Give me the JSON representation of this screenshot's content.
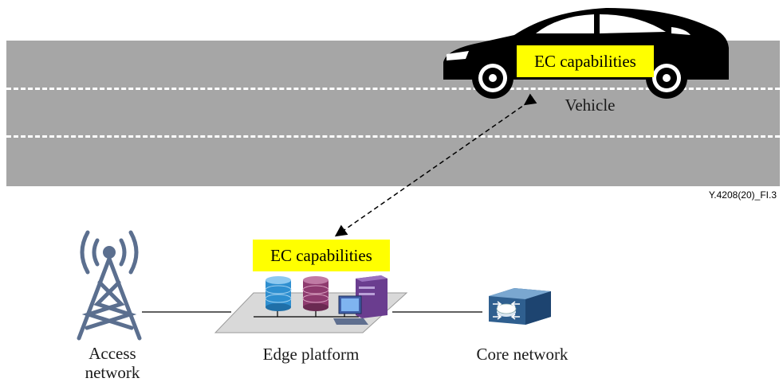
{
  "diagram": {
    "figure_id": "Y.4208(20)_FI.3",
    "vehicle": {
      "ec_label": "EC capabilities",
      "label": "Vehicle"
    },
    "edge": {
      "ec_label": "EC capabilities",
      "label": "Edge platform"
    },
    "access": {
      "label_line1": "Access",
      "label_line2": "network"
    },
    "core": {
      "label": "Core network"
    }
  },
  "colors": {
    "road": "#a6a6a6",
    "ec_highlight": "#ffff00",
    "tower": "#5b6f8f",
    "disk_blue": "#2e8fd0",
    "disk_purple": "#8e3a6e",
    "server": "#6a3d8f",
    "router": "#2f5f8f"
  }
}
